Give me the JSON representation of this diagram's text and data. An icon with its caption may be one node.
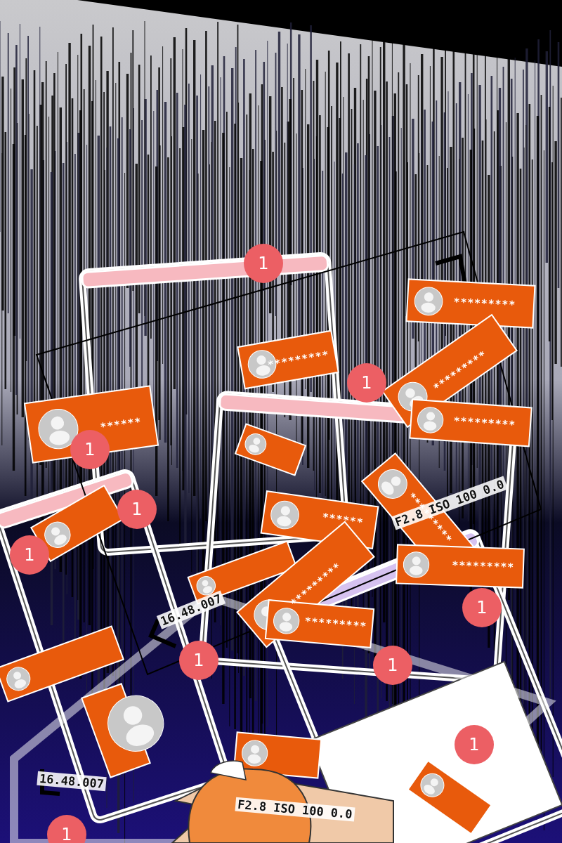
{
  "diagram": {
    "labels": [
      "1",
      "*********",
      "*********",
      "1",
      "*********",
      "*********",
      "******",
      "1",
      "*********",
      "1",
      "******",
      "F2.8 ISO 100 0.0",
      "1",
      "*********",
      "*********",
      "1",
      "*********",
      "16.48.007",
      "1",
      "1",
      "1",
      "16.48.007",
      "F2.8 ISO 100 0.0",
      "1"
    ]
  }
}
